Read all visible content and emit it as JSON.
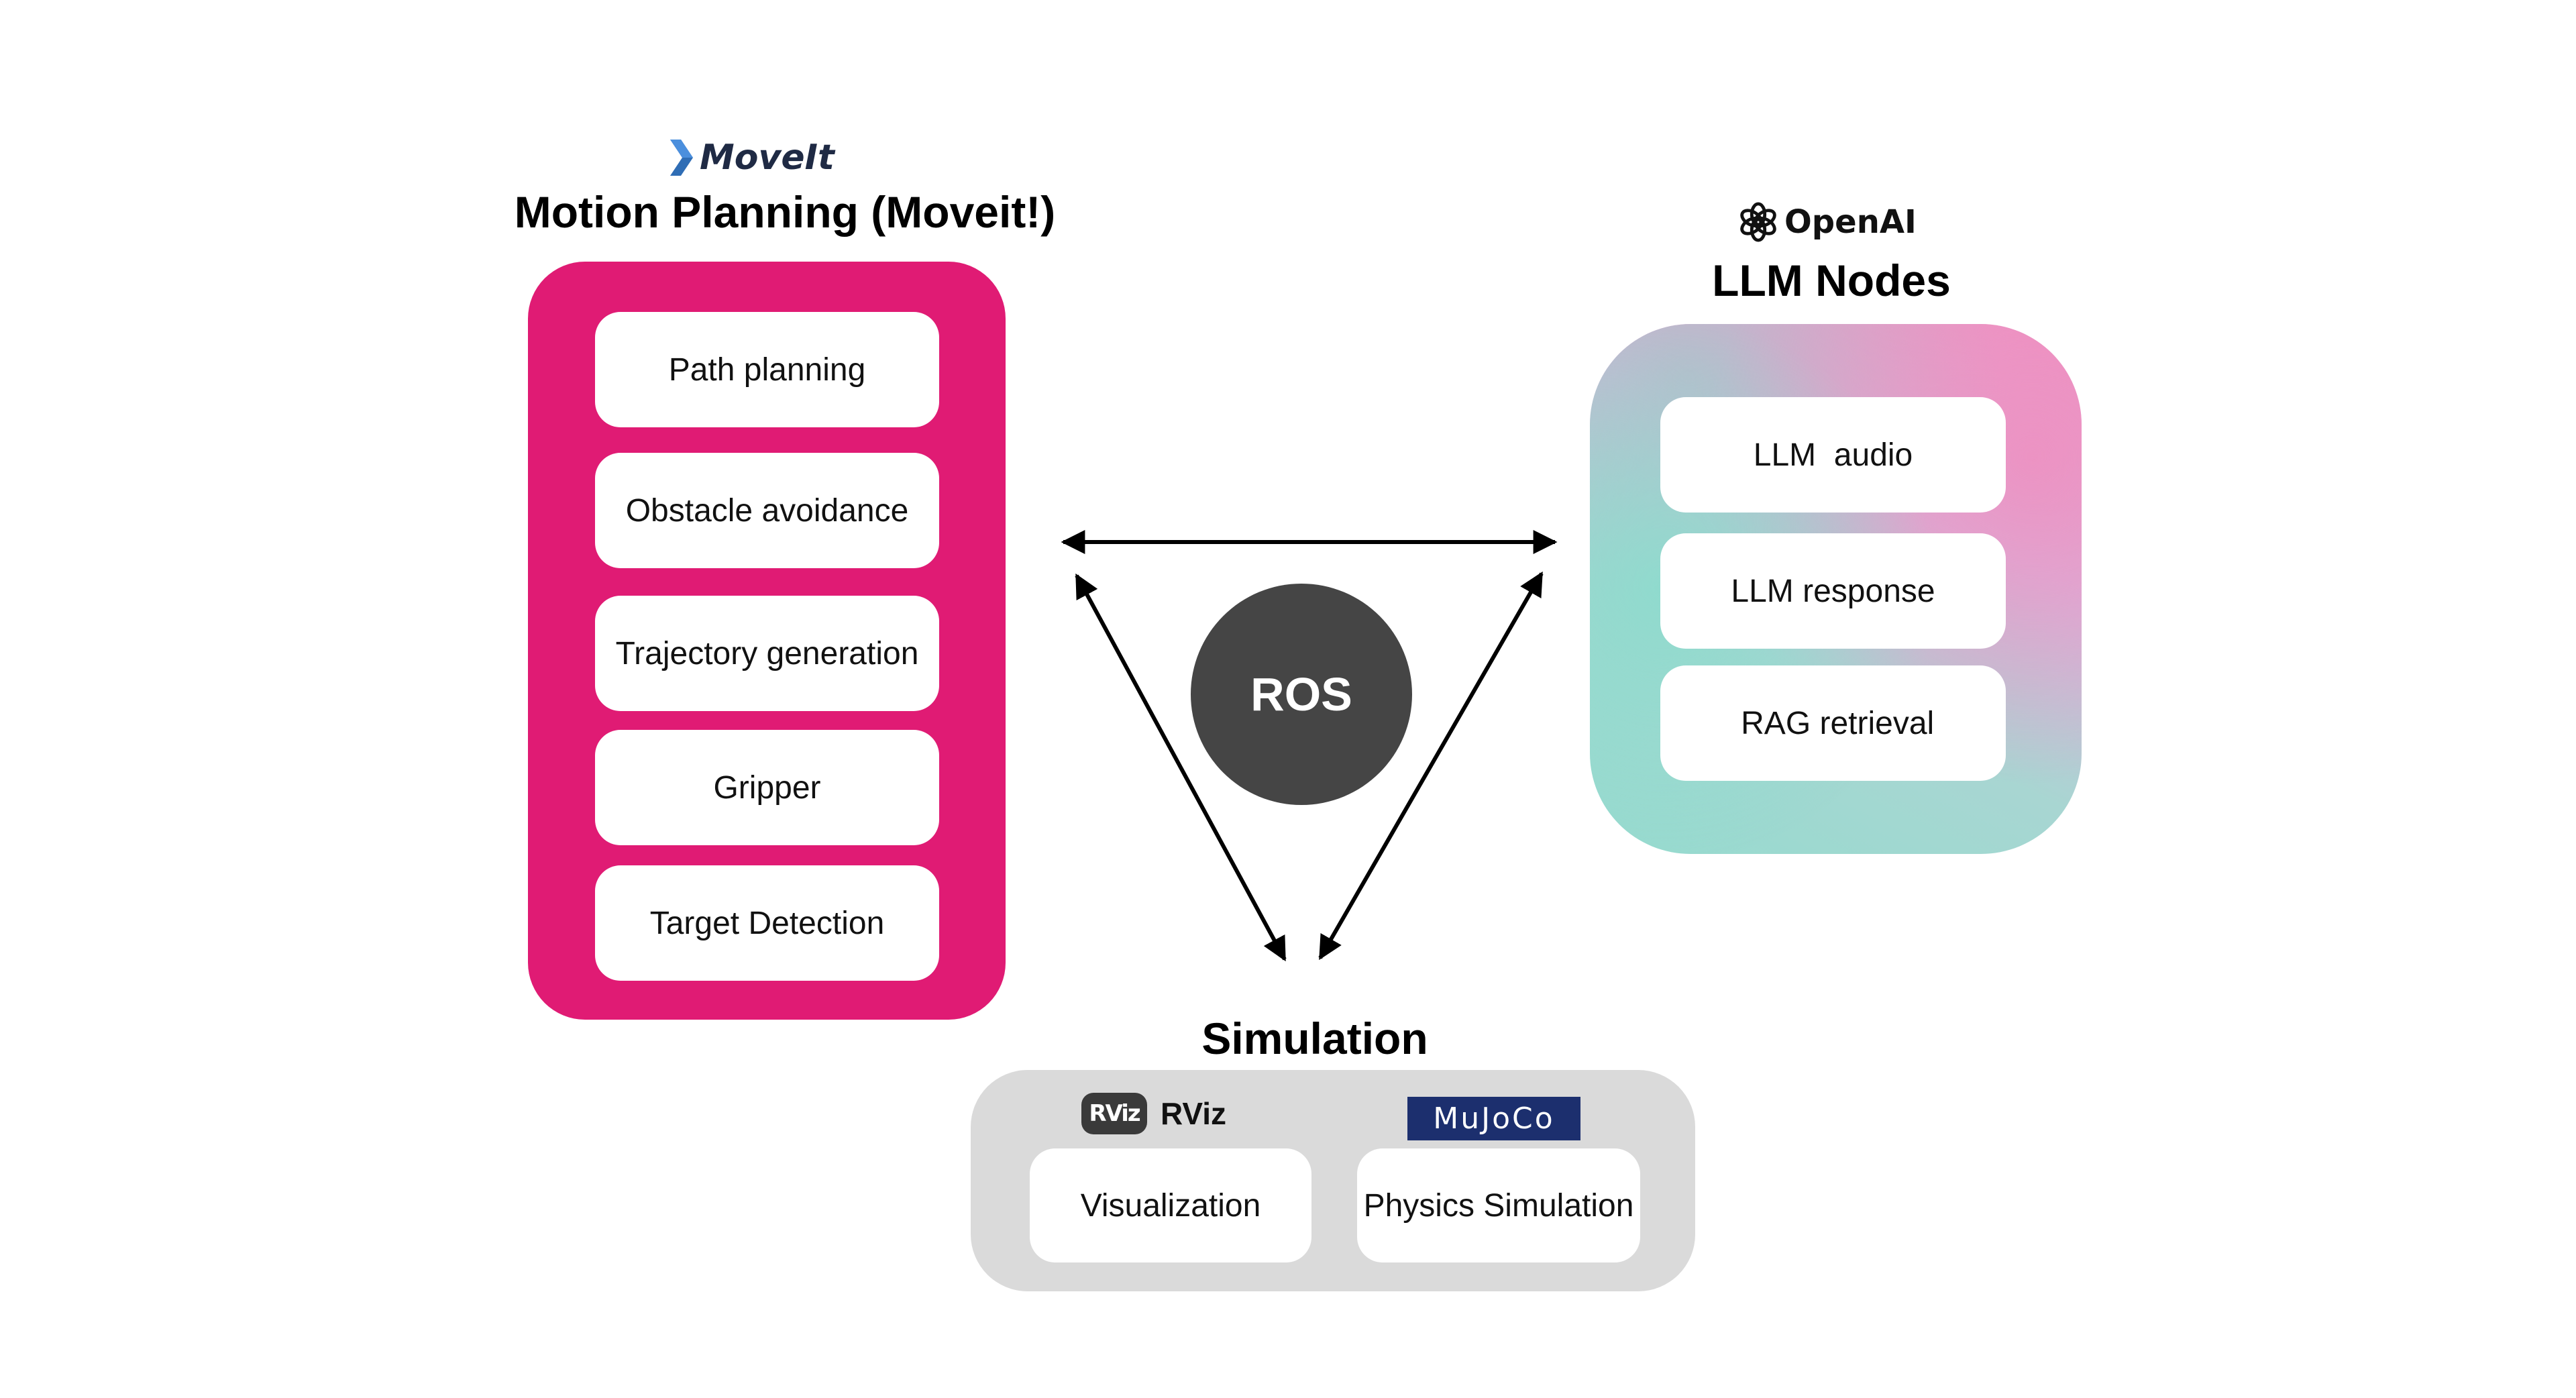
{
  "motion_planning": {
    "logo_text": "MoveIt",
    "title": "Motion Planning (Moveit!)",
    "items": [
      "Path planning",
      "Obstacle avoidance",
      "Trajectory generation",
      "Gripper",
      "Target Detection"
    ],
    "panel_color": "#e01b74"
  },
  "llm": {
    "logo_text": "OpenAI",
    "title": "LLM Nodes",
    "items": [
      "LLM  audio",
      "LLM response",
      " RAG retrieval"
    ]
  },
  "ros": {
    "label": "ROS",
    "color": "#454545"
  },
  "simulation": {
    "title": "Simulation",
    "rviz_badge": "RViz",
    "rviz_label": "RViz",
    "mujoco_label": "MuJoCo",
    "items": [
      "Visualization",
      "Physics Simulation"
    ],
    "panel_color": "#dadada"
  }
}
